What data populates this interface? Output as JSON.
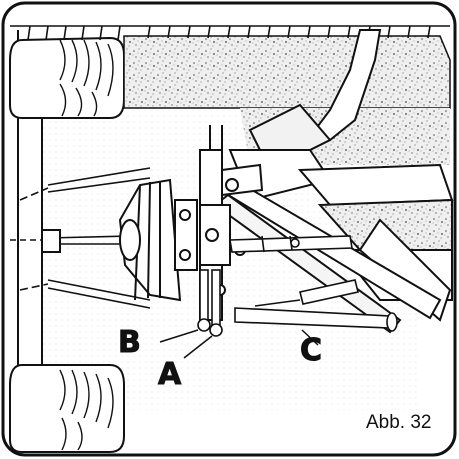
{
  "figure": {
    "caption": "Abb. 32",
    "callouts": {
      "a": "A",
      "b": "B",
      "c": "C"
    }
  },
  "colors": {
    "ink": "#111111",
    "paper": "#ffffff",
    "soil": "#c8c8c8"
  }
}
